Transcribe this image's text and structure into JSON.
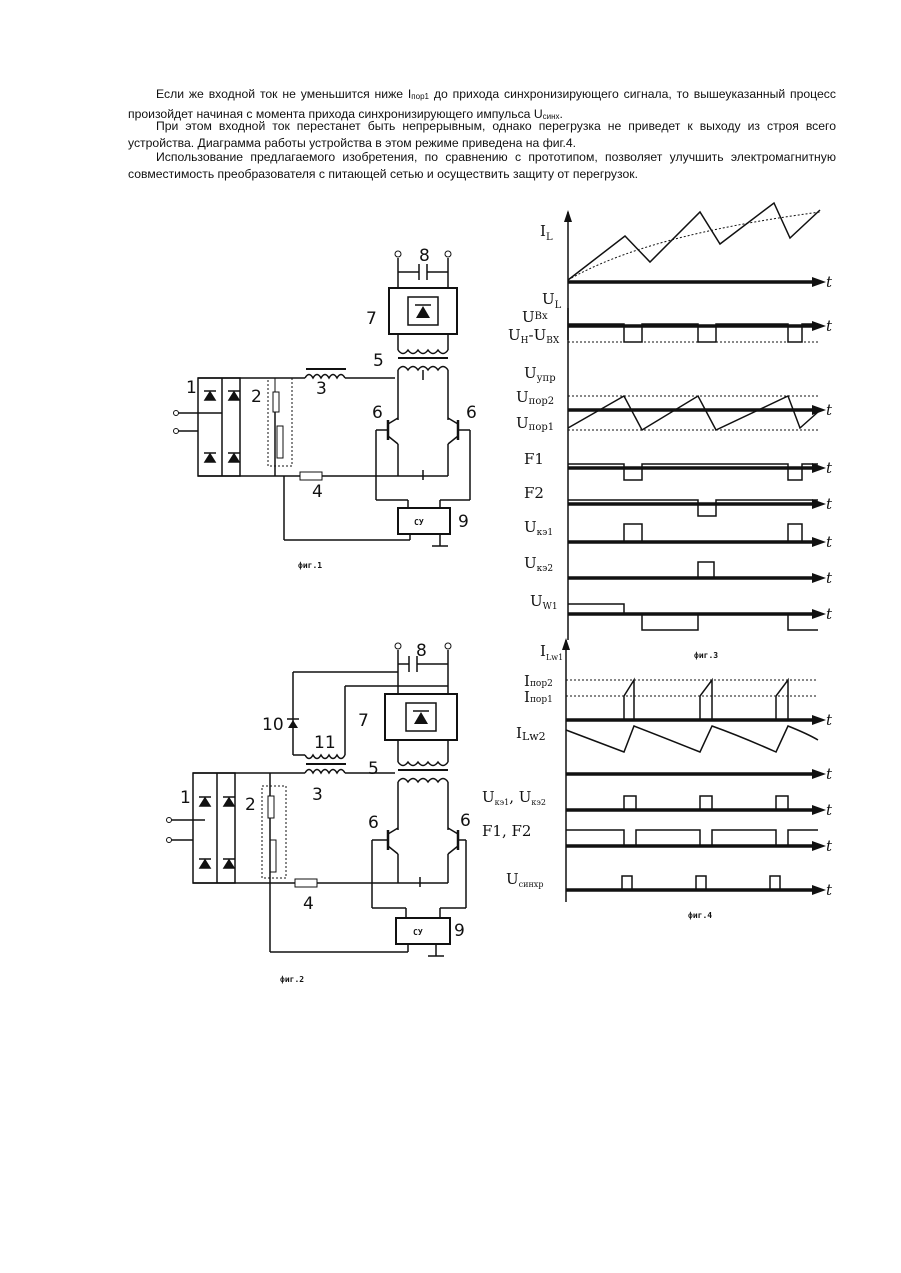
{
  "text": {
    "p1_a": "Если же входной ток не уменьшится ниже I",
    "p1_sub1": "пор1",
    "p1_b": " до прихода синхронизирующего сигнала, то вышеуказанный процесс произойдет начиная с момента прихода синхронизирующего импульса U",
    "p1_sub2": "синх",
    "p1_c": ".",
    "p2": "При этом входной ток перестанет быть непрерывным, однако перегрузка не приведет к выходу из строя всего устройства. Диаграмма работы устройства в этом режиме приведена на фиг.4.",
    "p3": "Использование предлагаемого изобретения, по сравнению с прототипом, позволяет улучшить электромагнитную совместимость преобразователя с питающей сетью и осуществить защиту от перегрузок."
  },
  "fig1": {
    "caption": "фиг.1",
    "labels": {
      "n1": "1",
      "n2": "2",
      "n3": "3",
      "n4": "4",
      "n5": "5",
      "n6a": "6",
      "n6b": "6",
      "n7": "7",
      "n8": "8",
      "n9": "9",
      "cu": "СУ"
    }
  },
  "fig2": {
    "caption": "фиг.2",
    "labels": {
      "n1": "1",
      "n2": "2",
      "n3": "3",
      "n4": "4",
      "n5": "5",
      "n6a": "6",
      "n6b": "6",
      "n7": "7",
      "n8": "8",
      "n9": "9",
      "n10": "10",
      "n11": "11",
      "cu": "СУ"
    }
  },
  "fig3": {
    "caption": "фиг.3",
    "labels": {
      "IL": "I",
      "IL_sub": "L",
      "UL": "U",
      "UL_sub": "L",
      "Ubx": "U",
      "Ubx_sub": "Bx",
      "Un": "U",
      "Un_sub": "H",
      "Ubx2": "-U",
      "Ubx2_sub": "BX",
      "Uupr": "U",
      "Uupr_sub": "упр",
      "Upor2": "U",
      "Upor2_sub": "пор2",
      "Upor1": "U",
      "Upor1_sub": "пор1",
      "F1": "F1",
      "F2": "F2",
      "Uke1": "U",
      "Uke1_sub": "кэ1",
      "Uke2": "U",
      "Uke2_sub": "кэ2",
      "Uw1": "U",
      "Uw1_sub": "W1",
      "t": "t"
    }
  },
  "fig4": {
    "caption": "фиг.4",
    "labels": {
      "ILw1": "I",
      "ILw1_sub": "Lw1",
      "Ipor2": "I",
      "Ipor2_sub": "пор2",
      "Ipor1": "I",
      "Ipor1_sub": "пор1",
      "ILw2": "I",
      "ILw2_sub": "Lw2",
      "Uke": "U",
      "Uke_sub": "кэ1",
      "Uke_b": ", U",
      "Uke_b_sub": "кэ2",
      "F1F2": "F1, F2",
      "Usinh": "U",
      "Usinh_sub": "синхр",
      "t": "t"
    }
  }
}
